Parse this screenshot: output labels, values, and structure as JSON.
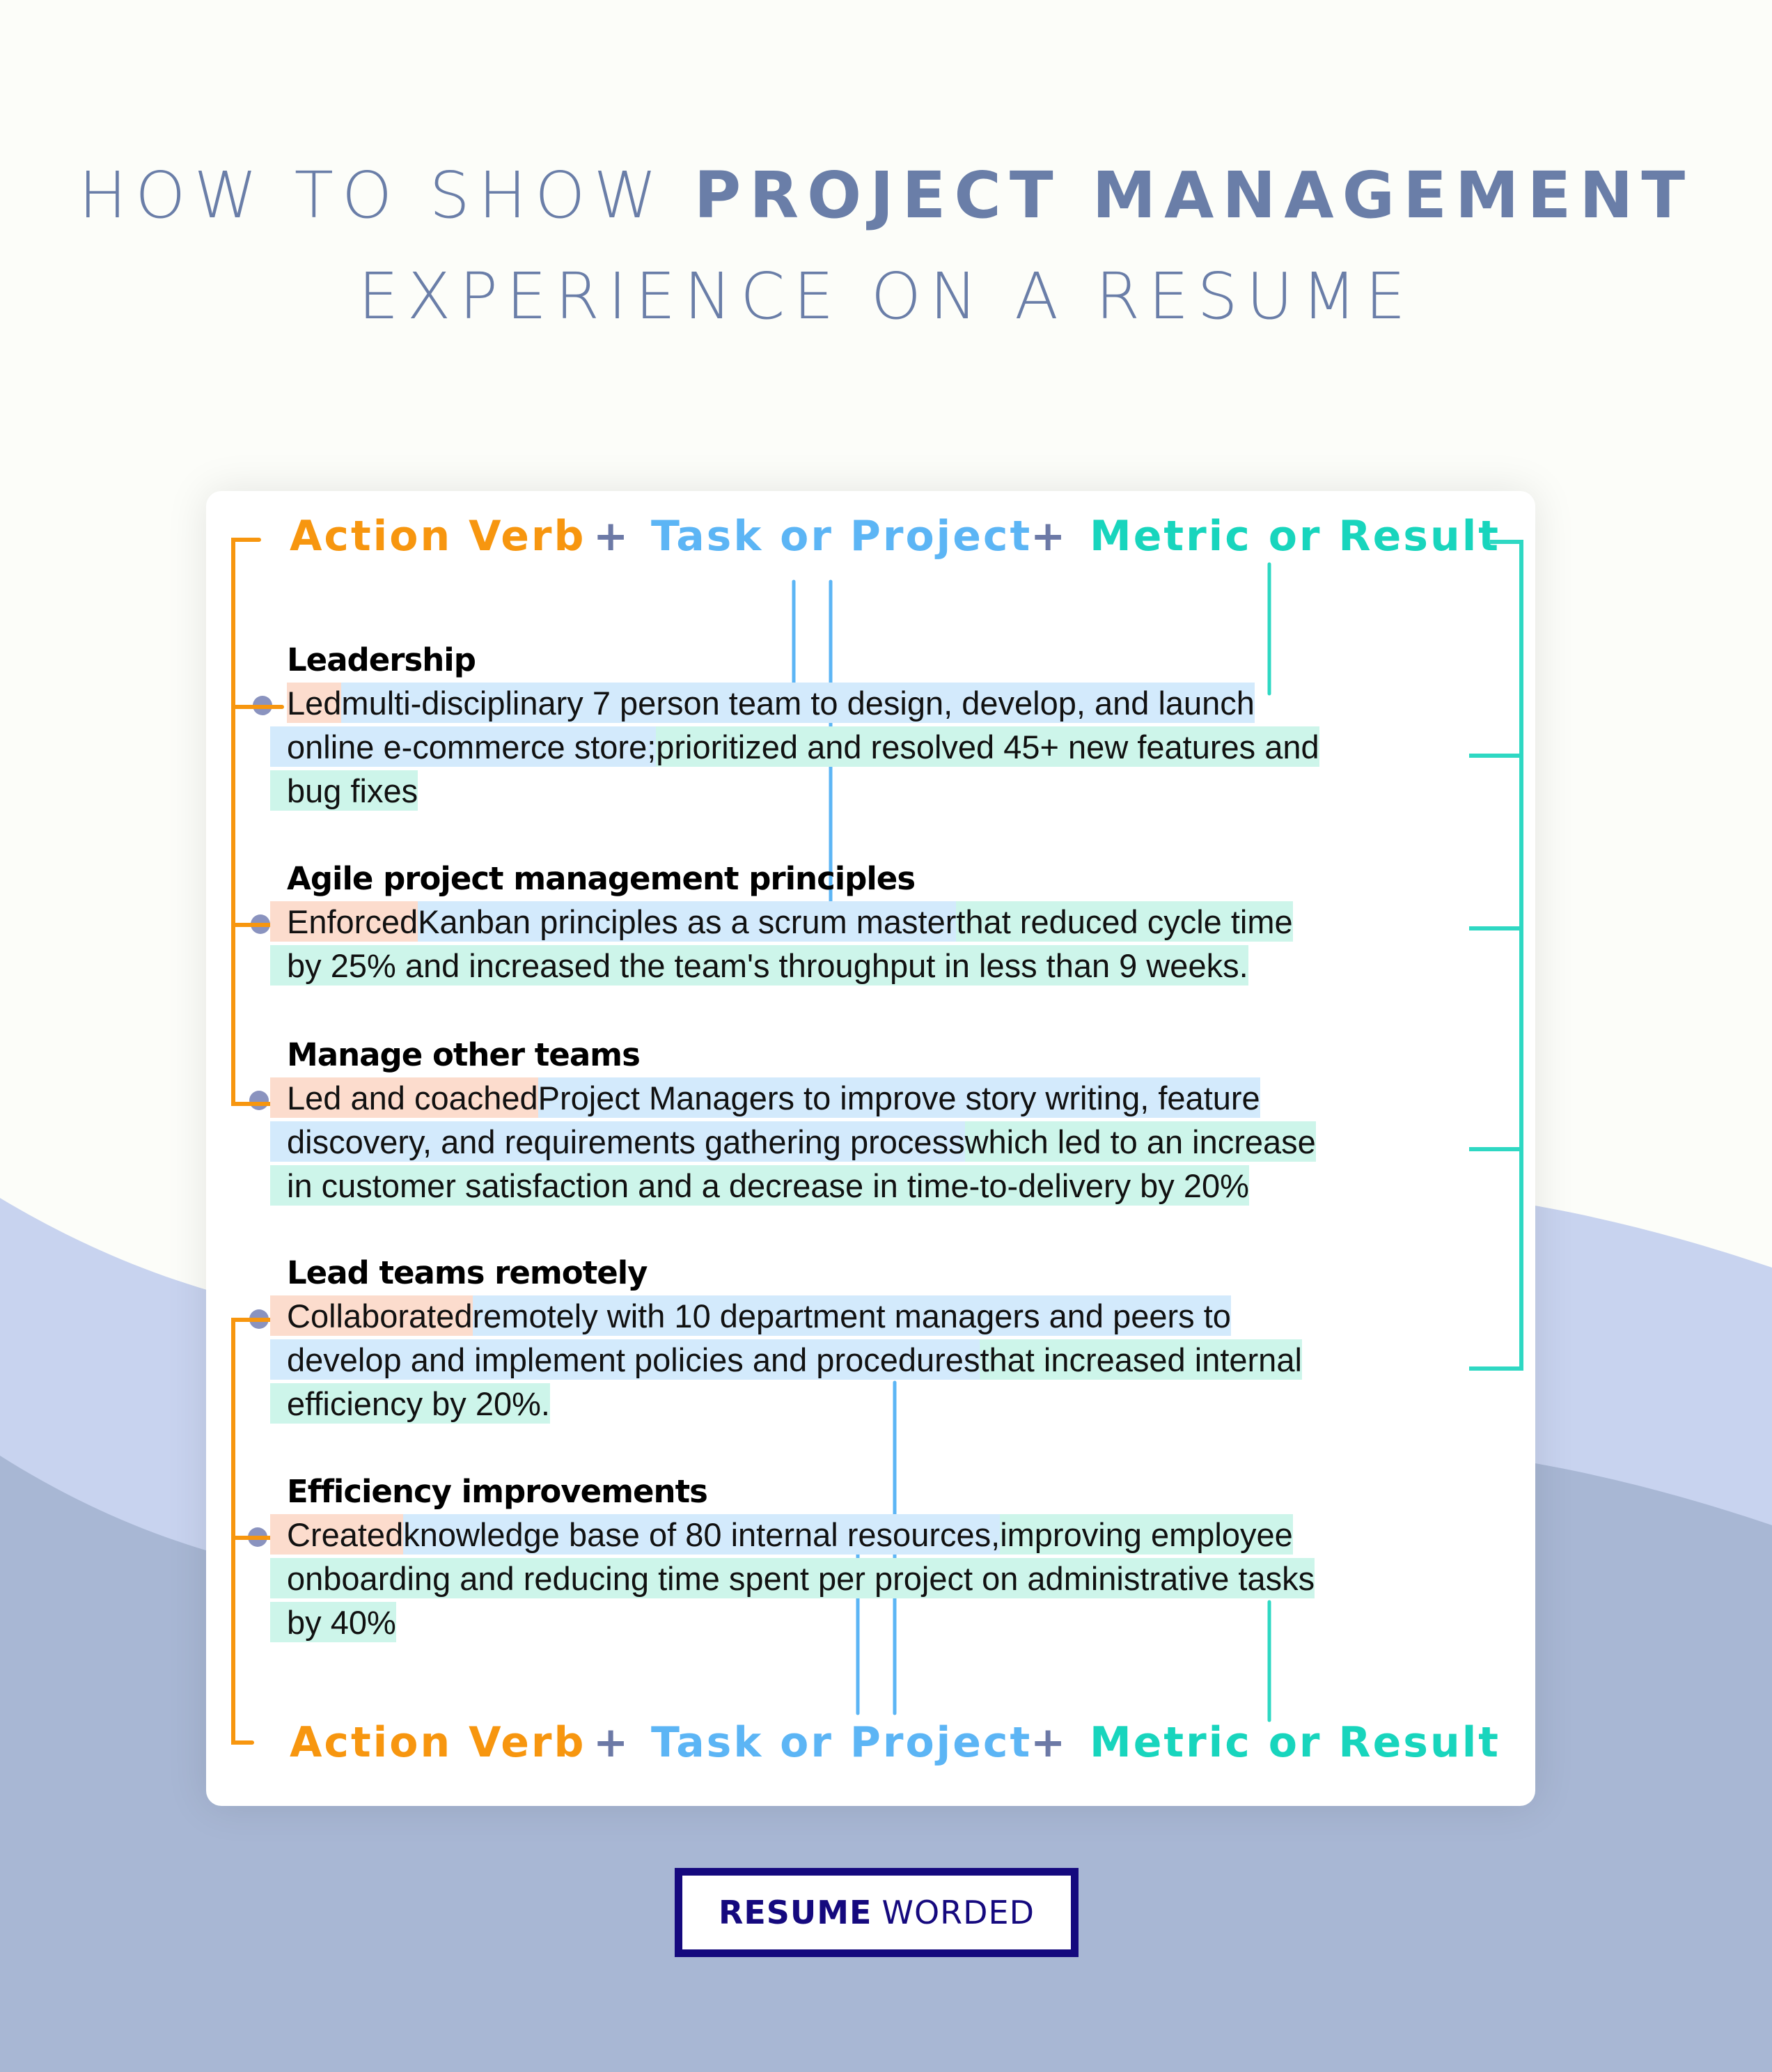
{
  "title": {
    "line1_prefix": "HOW TO SHOW ",
    "line1_bold": "PROJECT MANAGEMENT",
    "line2": "EXPERIENCE ON A RESUME"
  },
  "legend": {
    "action_verb": "Action Verb",
    "plus": "+",
    "task_or_project": "Task or Project",
    "metric_or_result": "Metric or Result"
  },
  "colors": {
    "action_verb": "#f7960f",
    "task_or_project": "#5cb5f5",
    "metric_or_result": "#18d5bd",
    "plus": "#6c79a6",
    "title": "#6a7ea8",
    "highlight_action": "#fcdccd",
    "highlight_task": "#d3eafc",
    "highlight_metric": "#cdf5ea",
    "logo": "#15097e",
    "wave_light": "#c8d3ef",
    "wave_dark": "#a8b7d4"
  },
  "entries": [
    {
      "skill": "Leadership",
      "lines": [
        [
          {
            "t": "Led",
            "k": "o"
          },
          {
            "t": " multi-disciplinary 7 person team to design, develop, and launch ",
            "k": "b"
          }
        ],
        [
          {
            "t": "online e-commerce store;",
            "k": "b"
          },
          {
            "t": " prioritized and resolved 45+ new features and ",
            "k": "g"
          }
        ],
        [
          {
            "t": "bug fixes ",
            "k": "g"
          }
        ]
      ]
    },
    {
      "skill": "Agile project management principles",
      "lines": [
        [
          {
            "t": "Enforced",
            "k": "o"
          },
          {
            "t": " Kanban principles as a scrum master",
            "k": "b"
          },
          {
            "t": " that reduced cycle time ",
            "k": "g"
          }
        ],
        [
          {
            "t": "by 25% and increased the team's throughput in less than 9 weeks.",
            "k": "g"
          }
        ]
      ]
    },
    {
      "skill": "Manage other teams",
      "lines": [
        [
          {
            "t": "Led and coached",
            "k": "o"
          },
          {
            "t": " Project Managers to improve story writing, feature  ",
            "k": "b"
          }
        ],
        [
          {
            "t": "discovery, and requirements gathering process",
            "k": "b"
          },
          {
            "t": " which led to an increase ",
            "k": "g"
          }
        ],
        [
          {
            "t": "in customer satisfaction and a decrease in time-to-delivery by 20%    ",
            "k": "g"
          }
        ]
      ]
    },
    {
      "skill": "Lead teams remotely",
      "lines": [
        [
          {
            "t": "Collaborated",
            "k": "o"
          },
          {
            "t": " remotely with 10 department managers and peers to   ",
            "k": "b"
          }
        ],
        [
          {
            "t": "develop and implement policies and procedures",
            "k": "b"
          },
          {
            "t": " that increased internal ",
            "k": "g"
          }
        ],
        [
          {
            "t": "efficiency by 20%. ",
            "k": "g"
          }
        ]
      ]
    },
    {
      "skill": "Efficiency improvements",
      "lines": [
        [
          {
            "t": "Created",
            "k": "o"
          },
          {
            "t": " knowledge base of 80 internal resources,",
            "k": "b"
          },
          {
            "t": " improving employee ",
            "k": "g"
          }
        ],
        [
          {
            "t": "onboarding and reducing time spent per project on administrative tasks ",
            "k": "g"
          }
        ],
        [
          {
            "t": "by 40% ",
            "k": "g"
          }
        ]
      ]
    }
  ],
  "logo": {
    "bold": "RESUME",
    "regular": "WORDED"
  }
}
